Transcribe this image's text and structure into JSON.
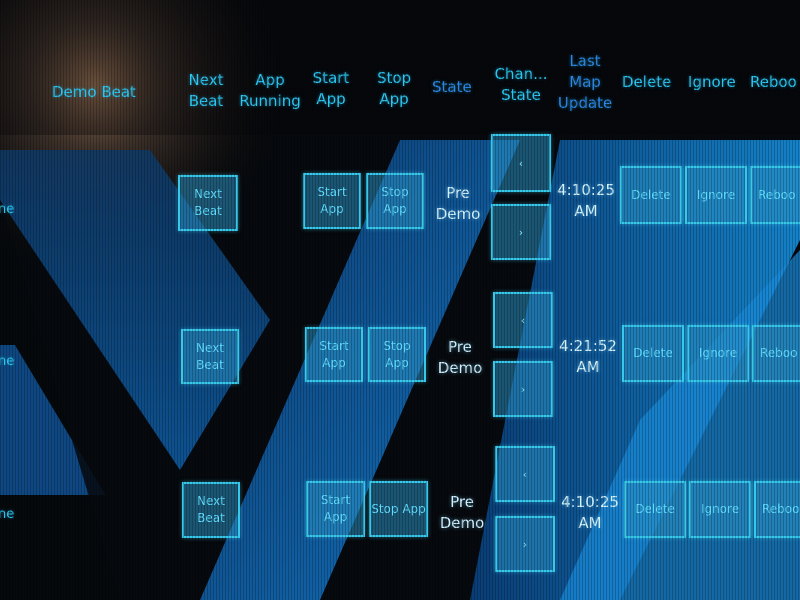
{
  "headers": {
    "demo_beat": "Demo Beat",
    "next_beat": "Next Beat",
    "app_running": "App Running",
    "start_app": "Start App",
    "stop_app": "Stop App",
    "state": "State",
    "change_state": "Chan... State",
    "last_map_update": "Last Map Update",
    "delete": "Delete",
    "ignore": "Ignore",
    "reboot": "Reboo"
  },
  "row_label_fragment": "ne",
  "buttons": {
    "next_beat": "Next Beat",
    "start_app": "Start App",
    "stop_app": "Stop App",
    "delete": "Delete",
    "ignore": "Ignore",
    "reboot": "Reboo"
  },
  "rows": [
    {
      "state": "Pre Demo",
      "last_update": "4:10:25 AM"
    },
    {
      "state": "Pre Demo",
      "last_update": "4:21:52 AM"
    },
    {
      "state": "Pre Demo",
      "last_update": "4:10:25 AM"
    }
  ],
  "colors": {
    "header": "#2cc6f0",
    "header_dim": "#2d86e8",
    "button_border": "#36c9ec",
    "button_fill": "#2c96c8",
    "cell_text": "#d0f2ff"
  },
  "icons": [
    "chevron-left-icon",
    "chevron-right-icon"
  ]
}
